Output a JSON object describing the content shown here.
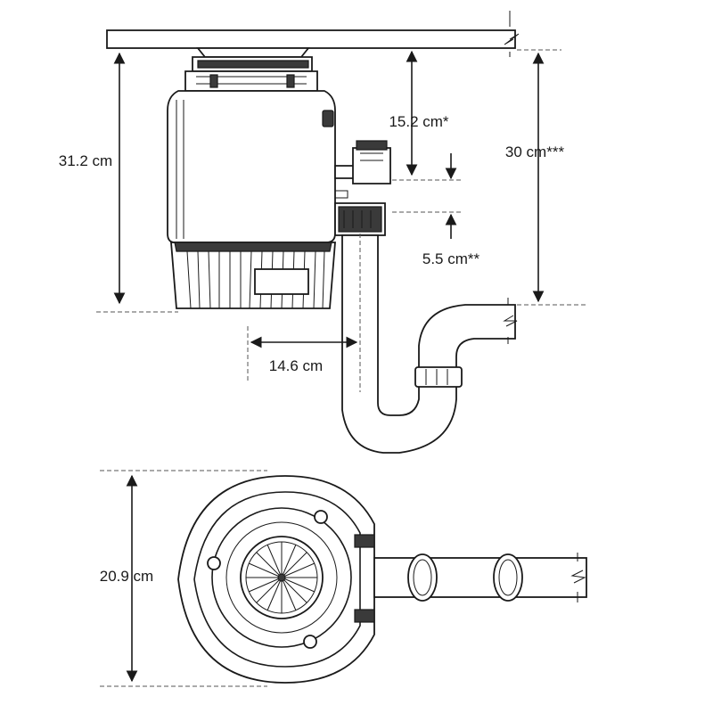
{
  "dimensions": {
    "unit_height": "31.2 cm",
    "drain_height": "15.2 cm*",
    "trap_height": "30 cm***",
    "inlet_gap": "5.5 cm**",
    "outlet_offset": "14.6 cm",
    "top_diameter": "20.9 cm"
  }
}
